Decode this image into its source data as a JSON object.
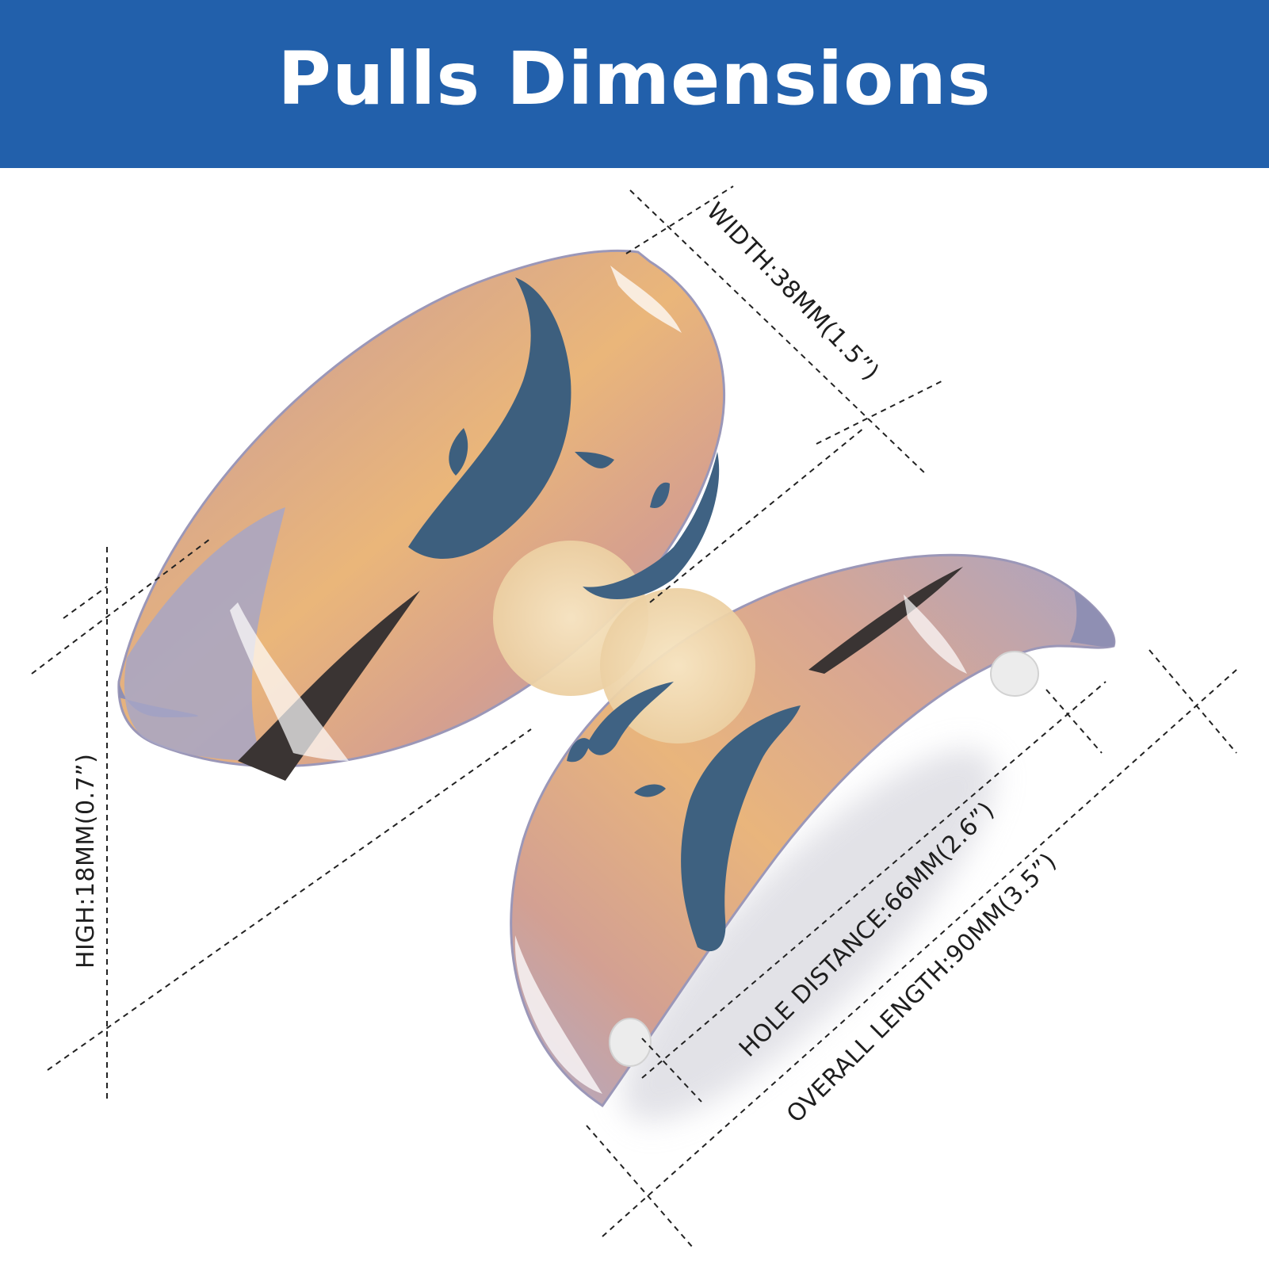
{
  "banner": {
    "title": "Pulls Dimensions",
    "background": "#2260ab"
  },
  "dimensions": {
    "width": "WIDTH:38MM(1.5”)",
    "high": "HIGH:18MM(0.7”)",
    "hole_distance": "HOLE DISTANCE:66MM(2.6”)",
    "overall_length": "OVERALL LENGTH:90MM(3.5”)"
  },
  "colors": {
    "sky_top": "#b7a9c2",
    "sunset": "#e0a56e",
    "sea": "#9e9fbf",
    "dolphin": "#3d5f7e",
    "moon": "#f2dcb4"
  }
}
